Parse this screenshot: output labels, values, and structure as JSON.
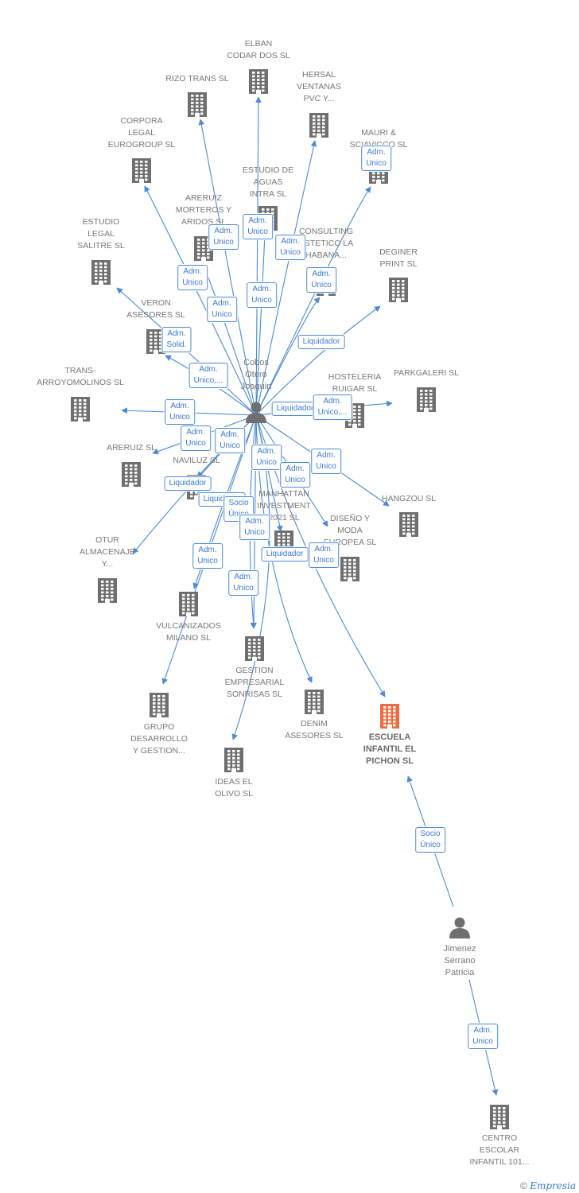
{
  "colors": {
    "edge": "#4a8ad6",
    "building": "#6f6f6f",
    "highlight": "#f26a3e",
    "person": "#6f6f6f"
  },
  "persons": [
    {
      "id": "cobos",
      "label": "Cobos\nOtero\nJoaquin",
      "icon": "person-icon"
    },
    {
      "id": "jimenez",
      "label": "Jimenez\nSerrano\nPatricia",
      "icon": "person-icon"
    }
  ],
  "companies": [
    {
      "id": "elban",
      "label": "ELBAN\nCODAR DOS SL",
      "icon": "building-icon"
    },
    {
      "id": "rizo",
      "label": "RIZO TRANS SL",
      "icon": "building-icon"
    },
    {
      "id": "hersal",
      "label": "HERSAL\nVENTANAS\nPVC Y...",
      "icon": "building-icon"
    },
    {
      "id": "corpora",
      "label": "CORPORA\nLEGAL\nEUROGROUP SL",
      "icon": "building-icon"
    },
    {
      "id": "mauri",
      "label": "MAURI &\nSCIAVICCO SL",
      "icon": "building-icon"
    },
    {
      "id": "estudio_aguas",
      "label": "ESTUDIO DE\nAGUAS\nINTRA  SL",
      "icon": "building-icon"
    },
    {
      "id": "areruiz_mort",
      "label": "ARERUIZ\nMORTEROS Y\nARIDOS SL",
      "icon": "building-icon"
    },
    {
      "id": "consulting",
      "label": "CONSULTING\nESTETICO LA\nHABANA...",
      "icon": "building-icon"
    },
    {
      "id": "estudio_legal",
      "label": "ESTUDIO\nLEGAL\nSALITRE SL",
      "icon": "building-icon"
    },
    {
      "id": "deginer",
      "label": "DEGINER\nPRINT SL",
      "icon": "building-icon"
    },
    {
      "id": "veron",
      "label": "VERON\nASESORES SL",
      "icon": "building-icon"
    },
    {
      "id": "trans_arroyo",
      "label": "TRANS-\nARROYOMOLINOS SL",
      "icon": "building-icon"
    },
    {
      "id": "hosteleria",
      "label": "HOSTELERIA\nRUIGAR SL",
      "icon": "building-icon"
    },
    {
      "id": "parkgaleri",
      "label": "PARKGALERI  SL",
      "icon": "building-icon"
    },
    {
      "id": "areruiz",
      "label": "ARERUIZ SL",
      "icon": "building-icon"
    },
    {
      "id": "naviluz",
      "label": "NAVILUZ SL",
      "icon": "building-icon"
    },
    {
      "id": "hangzou",
      "label": "HANGZOU SL",
      "icon": "building-icon"
    },
    {
      "id": "manhattan",
      "label": "MANHATTAN\nINVESTMENT\n2021 SL",
      "icon": "building-icon"
    },
    {
      "id": "diseno",
      "label": "DISEÑO Y\nMODA\nEUROPEA SL",
      "icon": "building-icon"
    },
    {
      "id": "otur",
      "label": "OTUR\nALMACENAJE\nY...",
      "icon": "building-icon"
    },
    {
      "id": "vulcanizados",
      "label": "VULCANIZADOS\nMILANO SL",
      "icon": "building-icon"
    },
    {
      "id": "gestion",
      "label": "GESTION\nEMPRESARIAL\nSONRISAS  SL",
      "icon": "building-icon"
    },
    {
      "id": "grupo",
      "label": "GRUPO\nDESARROLLO\nY GESTION...",
      "icon": "building-icon"
    },
    {
      "id": "denim",
      "label": "DENIM\nASESORES SL",
      "icon": "building-icon"
    },
    {
      "id": "escuela",
      "label": "ESCUELA\nINFANTIL EL\nPICHON SL",
      "icon": "building-icon",
      "highlight": true
    },
    {
      "id": "ideas",
      "label": "IDEAS EL\nOLIVO SL",
      "icon": "building-icon"
    },
    {
      "id": "centro",
      "label": "CENTRO\nESCOLAR\nINFANTIL 101...",
      "icon": "building-icon"
    }
  ],
  "relations": [
    {
      "from": "cobos",
      "to": "elban",
      "role": "Adm.\nUnico"
    },
    {
      "from": "cobos",
      "to": "rizo",
      "role": "Adm.\nUnico"
    },
    {
      "from": "cobos",
      "to": "hersal",
      "role": "Adm.\nUnico"
    },
    {
      "from": "cobos",
      "to": "corpora",
      "role": "Adm.\nUnico"
    },
    {
      "from": "cobos",
      "to": "mauri",
      "role": "Adm.\nUnico"
    },
    {
      "from": "cobos",
      "to": "estudio_aguas",
      "role": "Adm.\nUnico"
    },
    {
      "from": "cobos",
      "to": "areruiz_mort",
      "role": "Adm.\nUnico"
    },
    {
      "from": "cobos",
      "to": "consulting",
      "role": "Adm.\nUnico"
    },
    {
      "from": "cobos",
      "to": "estudio_legal",
      "role": "Adm.\nSolid."
    },
    {
      "from": "cobos",
      "to": "deginer",
      "role": "Liquidador"
    },
    {
      "from": "cobos",
      "to": "veron",
      "role": "Adm.\nUnico,..."
    },
    {
      "from": "cobos",
      "to": "trans_arroyo",
      "role": "Adm.\nUnico"
    },
    {
      "from": "cobos",
      "to": "hosteleria",
      "role": "Liquidador"
    },
    {
      "from": "cobos",
      "to": "parkgaleri",
      "role": "Adm.\nUnico,..."
    },
    {
      "from": "cobos",
      "to": "areruiz",
      "role": "Adm.\nUnico"
    },
    {
      "from": "cobos",
      "to": "naviluz",
      "role": "Adm.\nUnico"
    },
    {
      "from": "cobos",
      "to": "hangzou",
      "role": "Adm.\nUnico"
    },
    {
      "from": "cobos",
      "to": "manhattan",
      "role": "Adm.\nUnico"
    },
    {
      "from": "cobos",
      "to": "diseno",
      "role": "Adm.\nUnico"
    },
    {
      "from": "cobos",
      "to": "otur",
      "role": "Liquidador"
    },
    {
      "from": "cobos",
      "to": "vulcanizados",
      "role": "Liquidador"
    },
    {
      "from": "cobos",
      "to": "gestion",
      "role": "Socio\nÚnico"
    },
    {
      "from": "cobos",
      "to": "gestion",
      "role": "Adm.\nUnico"
    },
    {
      "from": "cobos",
      "to": "grupo",
      "role": "Adm.\nUnico"
    },
    {
      "from": "cobos",
      "to": "denim",
      "role": "Adm.\nUnico"
    },
    {
      "from": "cobos",
      "to": "escuela",
      "role": "Liquidador"
    },
    {
      "from": "cobos",
      "to": "ideas",
      "role": "Adm.\nUnico"
    },
    {
      "from": "jimenez",
      "to": "escuela",
      "role": "Socio\nÚnico"
    },
    {
      "from": "jimenez",
      "to": "centro",
      "role": "Adm.\nUnico"
    }
  ],
  "footer": {
    "copyright": "©",
    "brand": "Empresia"
  }
}
